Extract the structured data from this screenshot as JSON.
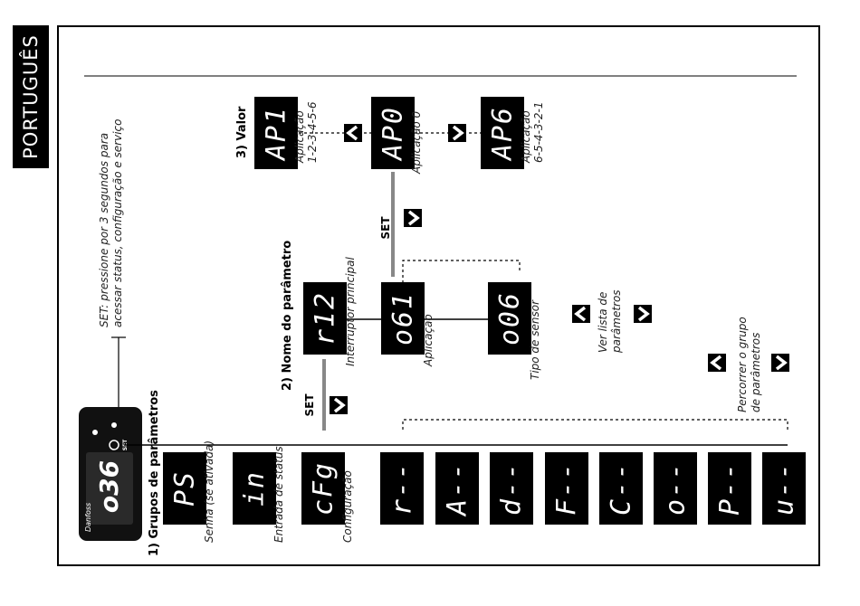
{
  "side_tab": "PORTUGUÊS",
  "headings": {
    "groups": "1) Grupos de parâmetros",
    "param_name": "2) Nome do parâmetro",
    "value": "3) Valor"
  },
  "set_note": {
    "line1": "SET: pressione por 3 segundos para",
    "line2": "acessar status, configuração e serviço"
  },
  "controller": {
    "display": "o36",
    "set_label": "SET",
    "brand": "Danfoss"
  },
  "group_displays": [
    {
      "code": "PS",
      "caption": "Senha (se ativada)"
    },
    {
      "code": "in",
      "caption": "Entrada de status"
    },
    {
      "code": "cFg",
      "caption": "Configuração"
    },
    {
      "code": "r--",
      "caption": ""
    },
    {
      "code": "A--",
      "caption": ""
    },
    {
      "code": "d--",
      "caption": ""
    },
    {
      "code": "F--",
      "caption": ""
    },
    {
      "code": "C--",
      "caption": ""
    },
    {
      "code": "o--",
      "caption": ""
    },
    {
      "code": "P--",
      "caption": ""
    },
    {
      "code": "u--",
      "caption": ""
    }
  ],
  "param_displays": [
    {
      "code": "r12",
      "caption": "Interruptor principal"
    },
    {
      "code": "o61",
      "caption": "Aplicação"
    },
    {
      "code": "o06",
      "caption": "Tipo de sensor"
    }
  ],
  "value_displays": [
    {
      "code": "AP1",
      "caption_line1": "Aplicação",
      "caption_line2": "1-2-3-4-5-6"
    },
    {
      "code": "AP0",
      "caption_line1": "Aplicação 0",
      "caption_line2": ""
    },
    {
      "code": "AP6",
      "caption_line1": "Aplicação",
      "caption_line2": "6-5-4-3-2-1"
    }
  ],
  "set_labels": {
    "first": "SET",
    "second": "SET"
  },
  "hints": {
    "param_list_line1": "Ver lista de",
    "param_list_line2": "parâmetros",
    "group_browse_line1": "Percorrer o grupo",
    "group_browse_line2": "de parâmetros"
  },
  "arrow_keys": {
    "up": "up-arrow-icon",
    "down": "down-arrow-icon"
  }
}
